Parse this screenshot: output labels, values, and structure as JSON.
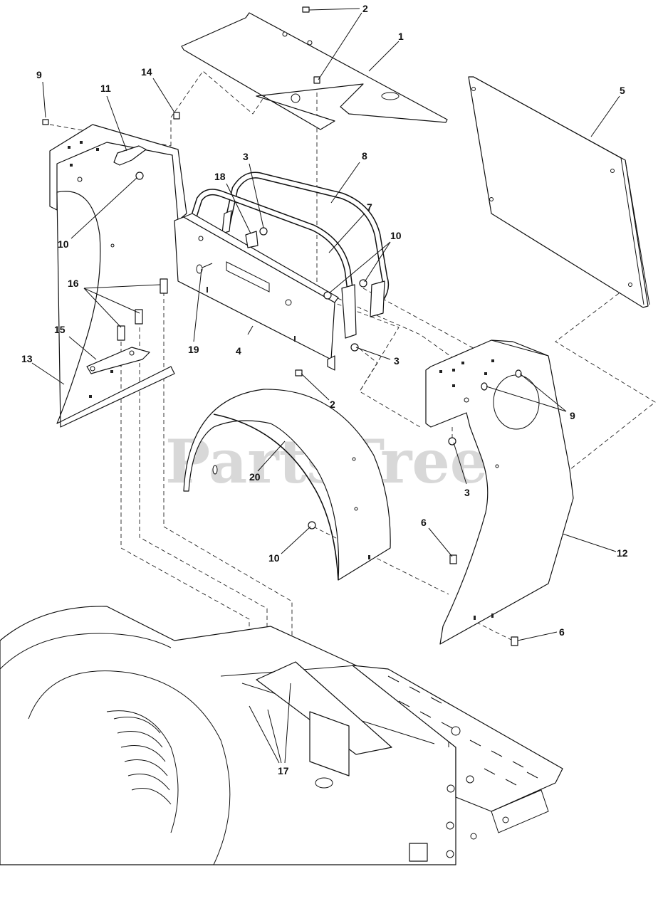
{
  "watermark": {
    "text": "PartsTree",
    "trademark": "TM"
  },
  "callouts": {
    "c1": "1",
    "c2a": "2",
    "c2b": "2",
    "c3a": "3",
    "c3b": "3",
    "c3c": "3",
    "c4": "4",
    "c5": "5",
    "c6a": "6",
    "c6b": "6",
    "c7": "7",
    "c8": "8",
    "c9a": "9",
    "c9b": "9",
    "c10a": "10",
    "c10b": "10",
    "c10c": "10",
    "c11": "11",
    "c12": "12",
    "c13": "13",
    "c14": "14",
    "c15": "15",
    "c16": "16",
    "c17": "17",
    "c18": "18",
    "c19": "19",
    "c20": "20"
  }
}
